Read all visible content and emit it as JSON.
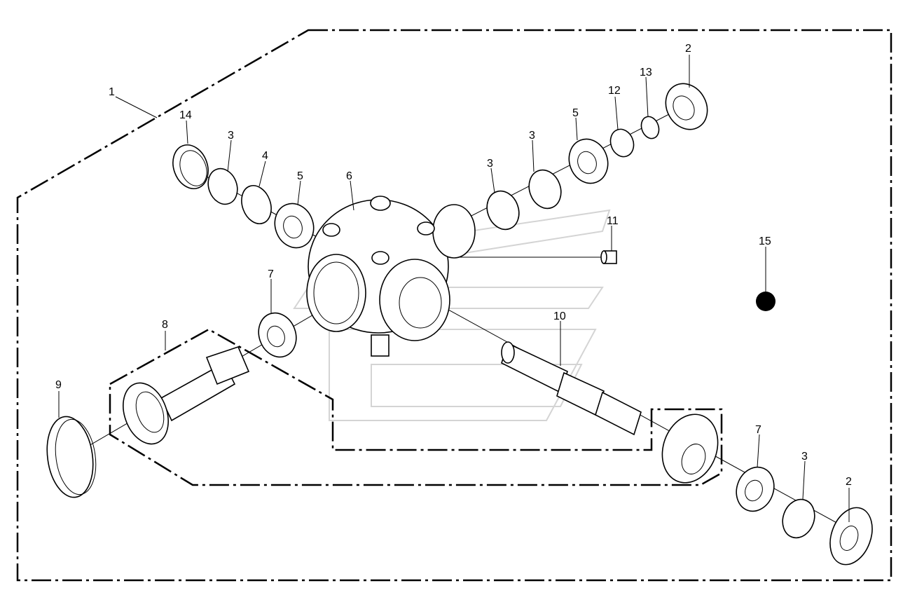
{
  "diagram": {
    "callouts": [
      "1",
      "2",
      "3",
      "4",
      "5",
      "6",
      "7",
      "8",
      "9",
      "10",
      "11",
      "12",
      "13",
      "14",
      "15"
    ],
    "parts": {
      "p1": "assembly-boundary",
      "p2": "seal-ring",
      "p3": "circlip",
      "p4": "o-ring",
      "p5": "ball-bearing",
      "p6": "gearbox-housing",
      "p7": "ball-bearing",
      "p8": "pinion-shaft-subassembly",
      "p9": "cover-cap",
      "p10": "splined-shaft",
      "p11": "plug",
      "p12": "ring",
      "p13": "circlip",
      "p14": "spacer-ring",
      "p15": "marker-dot"
    }
  },
  "colors": {
    "line": "#000000",
    "watermark": "#d4d4d4",
    "background": "#ffffff"
  }
}
